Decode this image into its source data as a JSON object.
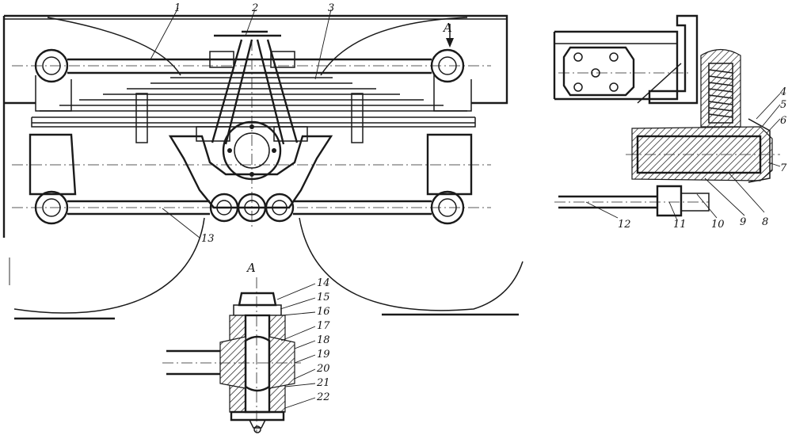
{
  "diagram": {
    "view_marker": "A",
    "section_title": "A",
    "callouts": [
      {
        "id": "1",
        "label": "1"
      },
      {
        "id": "2",
        "label": "2"
      },
      {
        "id": "3",
        "label": "3"
      },
      {
        "id": "4",
        "label": "4"
      },
      {
        "id": "5",
        "label": "5"
      },
      {
        "id": "6",
        "label": "6"
      },
      {
        "id": "7",
        "label": "7"
      },
      {
        "id": "8",
        "label": "8"
      },
      {
        "id": "9",
        "label": "9"
      },
      {
        "id": "10",
        "label": "10"
      },
      {
        "id": "11",
        "label": "11"
      },
      {
        "id": "12",
        "label": "12"
      },
      {
        "id": "13",
        "label": "13"
      },
      {
        "id": "14",
        "label": "14"
      },
      {
        "id": "15",
        "label": "15"
      },
      {
        "id": "16",
        "label": "16"
      },
      {
        "id": "17",
        "label": "17"
      },
      {
        "id": "18",
        "label": "18"
      },
      {
        "id": "19",
        "label": "19"
      },
      {
        "id": "20",
        "label": "20"
      },
      {
        "id": "21",
        "label": "21"
      },
      {
        "id": "22",
        "label": "22"
      }
    ]
  }
}
